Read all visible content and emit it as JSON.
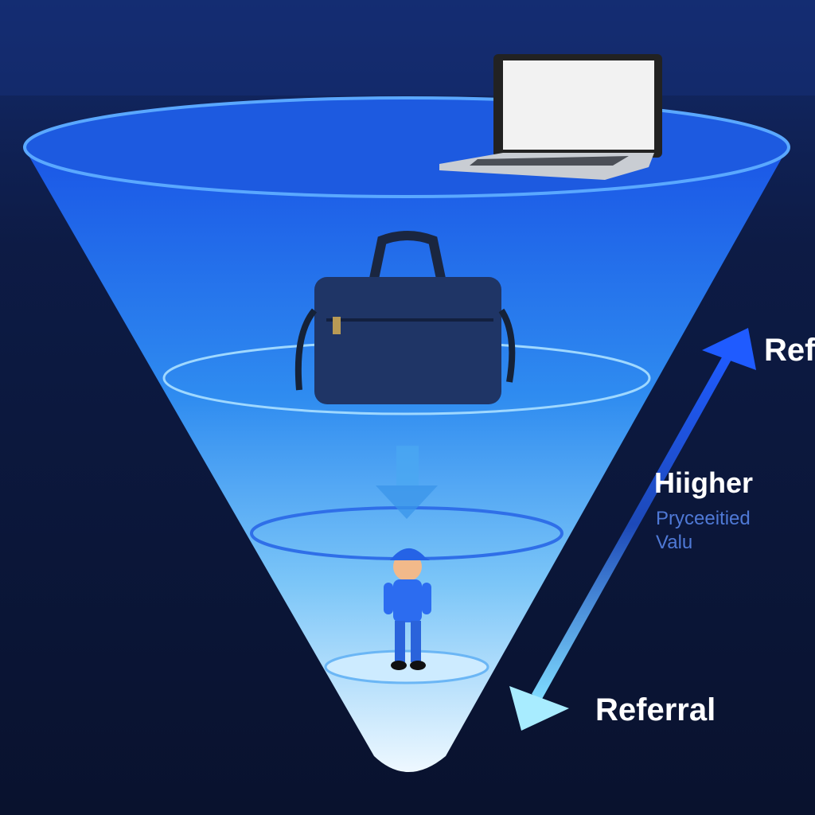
{
  "labels": {
    "top_right": "Ref",
    "middle_heading": "Hiigher",
    "middle_sub_line1": "Pryceeitied",
    "middle_sub_line2": "Valu",
    "bottom": "Referral"
  },
  "colors": {
    "background": "#0b1534",
    "funnel_top": "#1f5fe8",
    "funnel_bottom": "#e6f5ff",
    "arrow": "#1f66ff"
  }
}
